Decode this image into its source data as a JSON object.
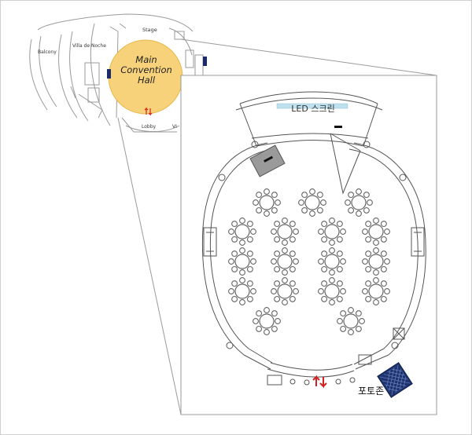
{
  "overview": {
    "labels": {
      "stage": "Stage",
      "balcony": "Balcony",
      "villa": "Villa de Noche",
      "lobby": "Lobby",
      "vip": "VI"
    },
    "hall": {
      "line1": "Main",
      "line2": "Convention",
      "line3": "Hall"
    },
    "highlight_color": "#f7d27a"
  },
  "detail": {
    "led_screen_label": "LED 스크린",
    "photo_zone_label": "포토존"
  },
  "icons": [
    "entrance-arrow-icon",
    "photo-zone-icon",
    "led-screen-icon",
    "round-table-icon"
  ]
}
